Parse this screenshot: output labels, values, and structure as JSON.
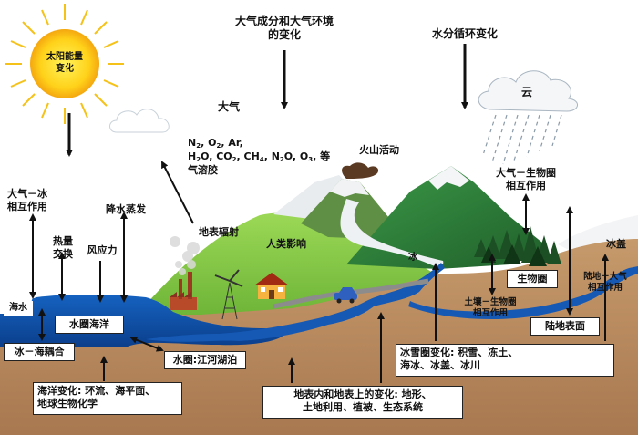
{
  "sun": {
    "label_l1": "太阳能量",
    "label_l2": "变化"
  },
  "atmosphere_change": {
    "l1": "大气成分和大气环境",
    "l2": "的变化"
  },
  "water_cycle": "水分循环变化",
  "cloud": "云",
  "atmosphere": "大气",
  "gases": {
    "line1": [
      "N",
      "2",
      ", O",
      "2",
      ",  Ar,"
    ],
    "line2": [
      "H",
      "2",
      "O, CO",
      "2",
      ", CH",
      "4",
      ", N",
      "2",
      "O, O",
      "3",
      ", 等"
    ],
    "line3": "气溶胶"
  },
  "volcano": "火山活动",
  "atm_bio": {
    "l1": "大气－生物圈",
    "l2": "相互作用"
  },
  "atm_ice": {
    "l1": "大气－冰",
    "l2": "相互作用"
  },
  "heat": {
    "l1": "热量",
    "l2": "交换"
  },
  "wind": "风应力",
  "precip": "降水蒸发",
  "radiation": "地表辐射",
  "human": "人类影响",
  "ice_small": "冰",
  "ice_cap": "冰盖",
  "sea_ice": "海水",
  "hydro_ocean": "水圈海洋",
  "ice_ocean": "冰－海耦合",
  "hydro_river": "水圈:江河湖泊",
  "biosphere": "生物圈",
  "soil_bio": {
    "l1": "土壤－生物圈",
    "l2": "相互作用"
  },
  "land_atm": {
    "l1": "陆地－大气",
    "l2": "相互作用"
  },
  "land_surface": "陆地表面",
  "cryo": {
    "l1": "冰雪圈变化: 积雪、冻土、",
    "l2": "海冰、冰盖、冰川"
  },
  "ocean_change": {
    "l1": "海洋变化: 环流、海平面、",
    "l2": "地球生物化学"
  },
  "land_change": {
    "l1": "地表内和地表上的变化: 地形、",
    "l2": "土地利用、植被、生态系统"
  },
  "colors": {
    "sun": "#ffd21a",
    "sun_ray": "#f5c21a",
    "ocean": "#1157b0",
    "ground": "#c69a6b",
    "grass": "#8ccf4a",
    "mountain": "#2f7d3a",
    "snow": "#f2f4f6",
    "arrow": "#111111"
  }
}
